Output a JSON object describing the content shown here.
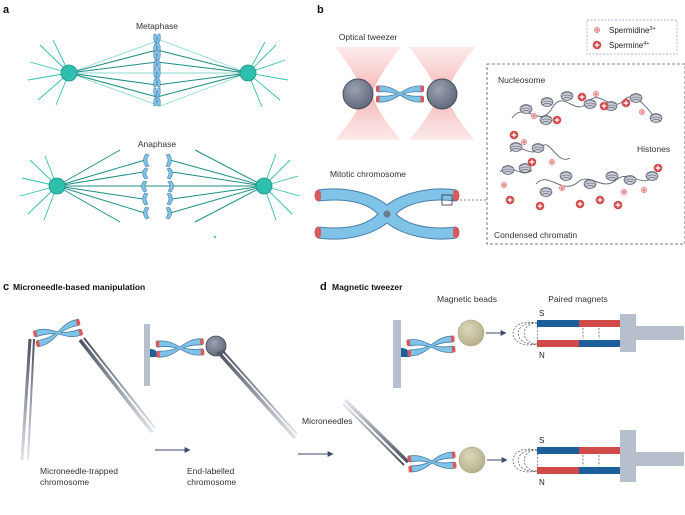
{
  "panels": {
    "a": {
      "label": "a",
      "metaphase": "Metaphase",
      "anaphase": "Anaphase"
    },
    "b": {
      "label": "b",
      "optical_tweezer": "Optical tweezer",
      "mitotic_chromosome": "Mitotic chromosome",
      "nucleosome": "Nucleosome",
      "histones": "Histones",
      "condensed_chromatin": "Condensed chromatin",
      "legend": {
        "spermidine": "Spermidine",
        "spermidine_charge": "3+",
        "spermine": "Spermine",
        "spermine_charge": "4+"
      }
    },
    "c": {
      "label": "c",
      "title": "Microneedle-based manipulation",
      "trapped_line1": "Microneedle-trapped",
      "trapped_line2": "chromosome",
      "endlabelled_line1": "End-labelled",
      "endlabelled_line2": "chromosome"
    },
    "d": {
      "label": "d",
      "title": "Magnetic tweezer",
      "magnetic_beads": "Magnetic beads",
      "paired_magnets": "Paired magnets",
      "microneedles": "Microneedles",
      "south": "S",
      "north": "N"
    }
  },
  "colors": {
    "teal": "#2fbfae",
    "teal_dark": "#1d8f86",
    "chromosome_blue": "#7fc3e8",
    "chromosome_stroke": "#4a7fa8",
    "telomere_red": "#d9595d",
    "bead_grey": "#7b8294",
    "bead_magnetic": "#c9c3a0",
    "magnet_blue": "#1c5f9a",
    "magnet_red": "#d04a4a",
    "holder_grey": "#b8bfcc",
    "laser_pink": "#f7c5c5"
  }
}
